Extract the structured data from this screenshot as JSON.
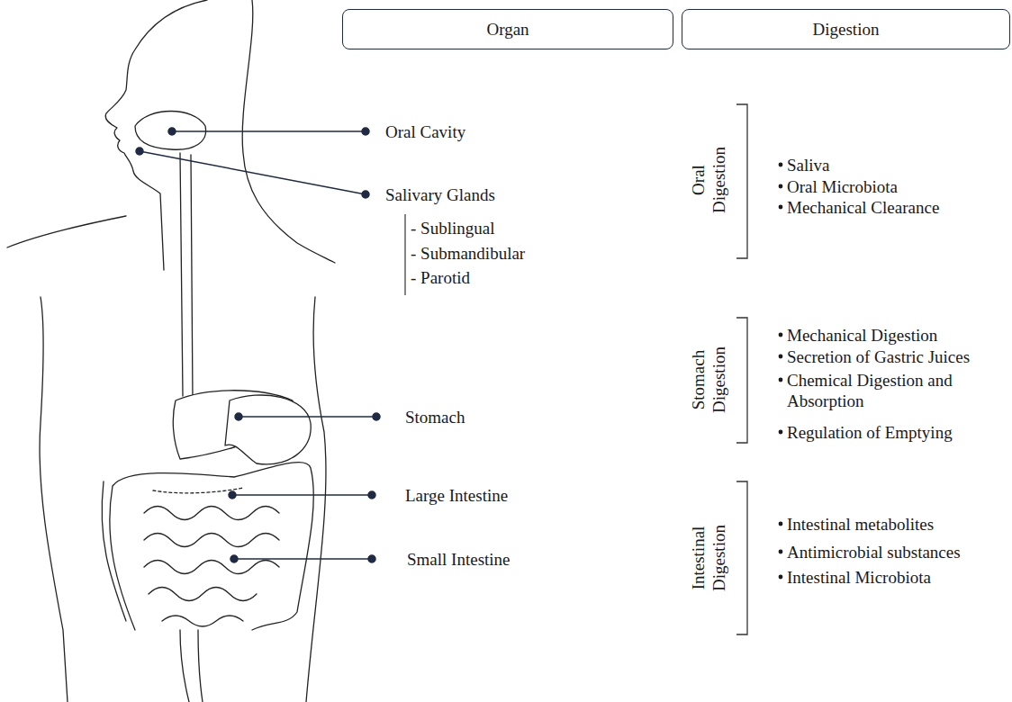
{
  "diagram": {
    "nodes": [
      {
        "text": [
          "Organ"
        ]
      },
      {
        "text": [
          "Digestion"
        ]
      }
    ],
    "labels": [
      "Oral Cavity",
      "Salivary Glands",
      "- Sublingual",
      "- Submandibular",
      "- Parotid",
      "Stomach",
      "Large Intestine",
      "Small Intestine",
      "Oral Digestion",
      "Saliva",
      "Oral Microbiota",
      "Mechanical Clearance",
      "Stomach Digestion",
      "Mechanical Digestion",
      "Secretion of Gastric Juices",
      "Chemical Digestion and Absorption",
      "Regulation of Emptying",
      "Intestinal Digestion",
      "Intestinal metabolites",
      "Antimicrobial substances",
      "Intestinal Microbiota"
    ]
  }
}
